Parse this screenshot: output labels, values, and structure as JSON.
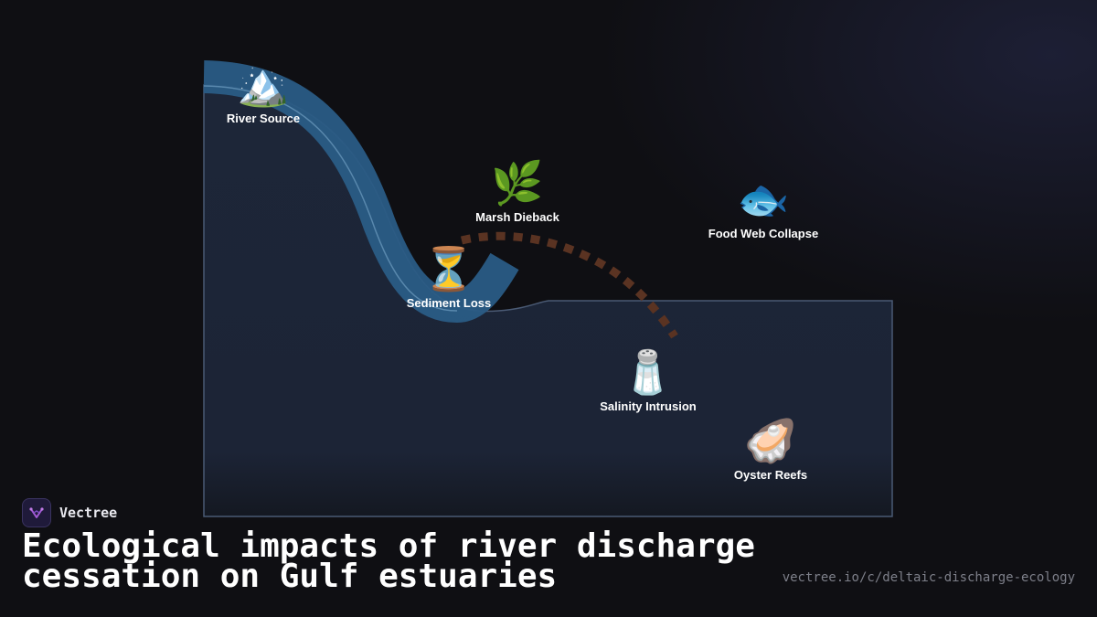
{
  "diagram": {
    "nodes": [
      {
        "id": "river-source",
        "icon": "mountain-icon",
        "emoji": "🏔️",
        "label": "River Source"
      },
      {
        "id": "marsh-dieback",
        "icon": "herb-icon",
        "emoji": "🌿",
        "label": "Marsh Dieback"
      },
      {
        "id": "food-web-collapse",
        "icon": "fish-icon",
        "emoji": "🐟",
        "label": "Food Web Collapse"
      },
      {
        "id": "sediment-loss",
        "icon": "hourglass-icon",
        "emoji": "⏳",
        "label": "Sediment Loss"
      },
      {
        "id": "salinity-intrusion",
        "icon": "salt-shaker-icon",
        "emoji": "🧂",
        "label": "Salinity Intrusion"
      },
      {
        "id": "oyster-reefs",
        "icon": "oyster-icon",
        "emoji": "🦪",
        "label": "Oyster Reefs"
      }
    ],
    "colors": {
      "river": "#2a5c85",
      "river_edge": "#5f8fb5",
      "basin": "#1d2638",
      "basin_edge": "#4a5a74",
      "disruption_path": "#5a3322"
    }
  },
  "brand": {
    "name": "Vectree",
    "icon": "vectree-logo-icon"
  },
  "headline": "Ecological impacts of river discharge cessation on Gulf estuaries",
  "url": "vectree.io/c/deltaic-discharge-ecology"
}
